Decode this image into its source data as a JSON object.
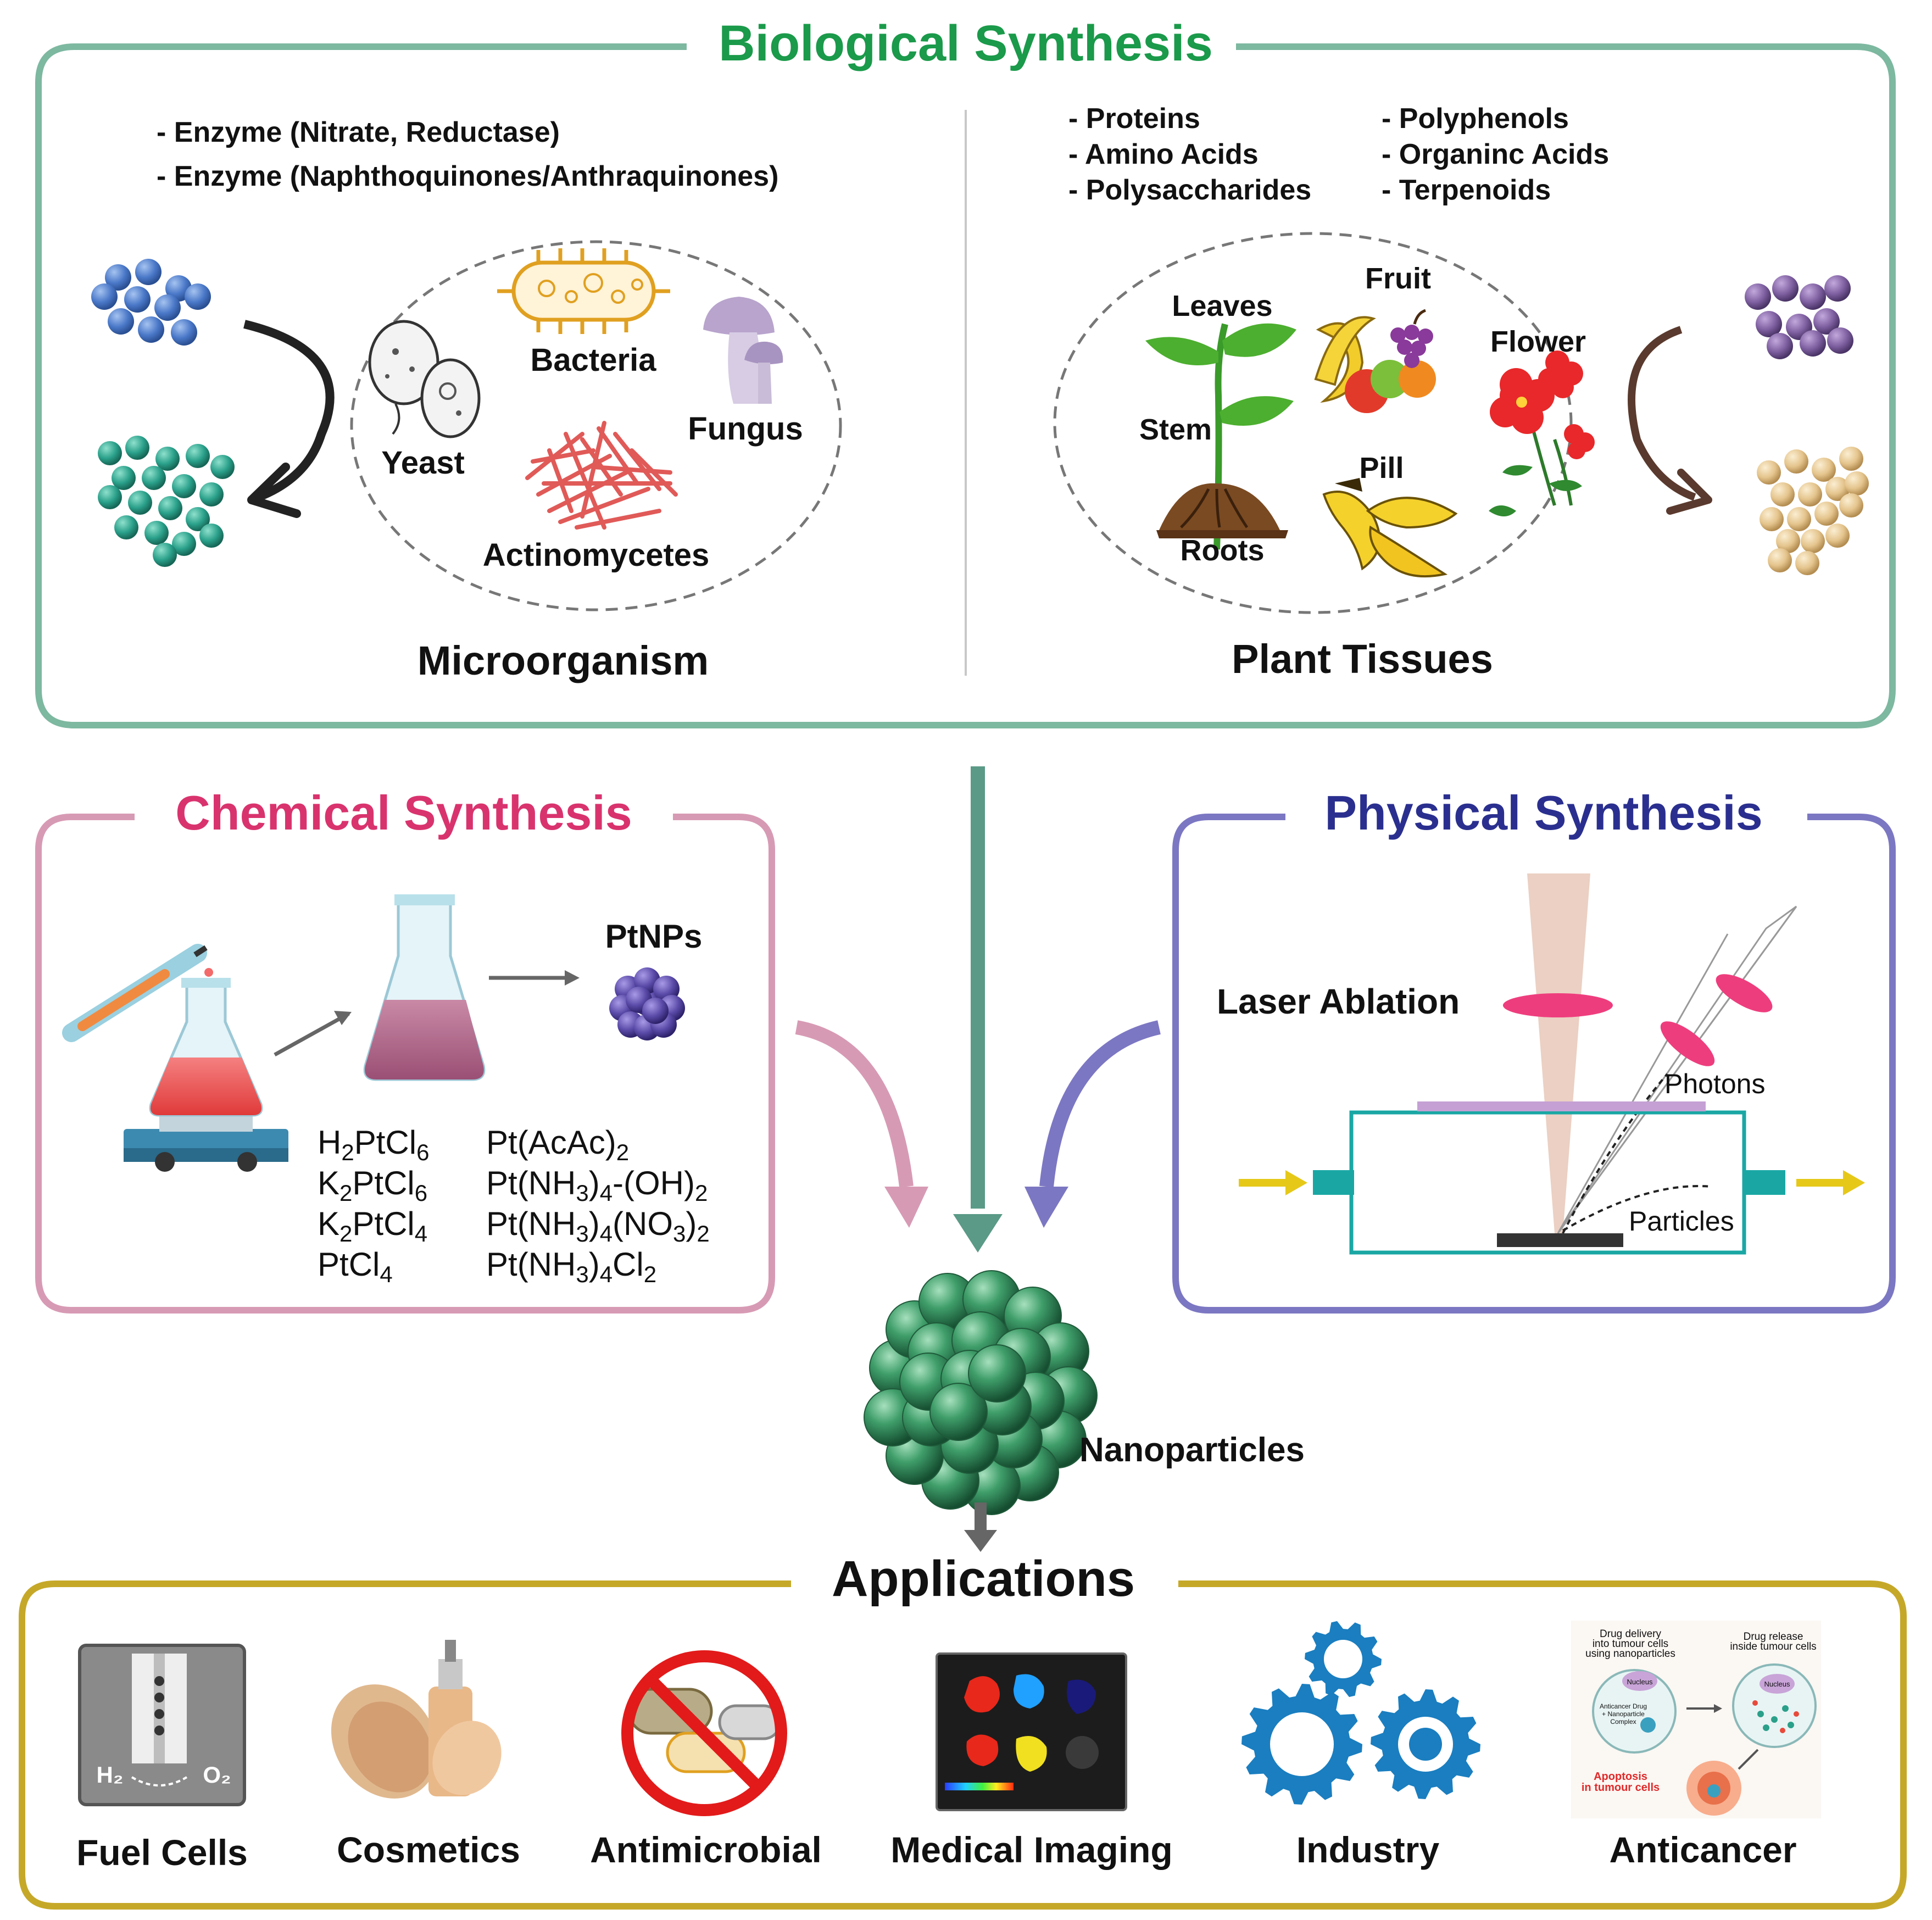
{
  "biological": {
    "title": "Biological Synthesis",
    "micro_enzymes": [
      "- Enzyme (Nitrate, Reductase)",
      "- Enzyme (Naphthoquinones/Anthraquinones)"
    ],
    "plant_compounds_col1": [
      "- Proteins",
      "- Amino Acids",
      "- Polysaccharides"
    ],
    "plant_compounds_col2": [
      "- Polyphenols",
      "- Organinc Acids",
      "- Terpenoids"
    ],
    "micro_labels": {
      "bacteria": "Bacteria",
      "yeast": "Yeast",
      "fungus": "Fungus",
      "actinomycetes": "Actinomycetes"
    },
    "plant_labels": {
      "leaves": "Leaves",
      "fruit": "Fruit",
      "flower": "Flower",
      "stem": "Stem",
      "pill": "Pill",
      "roots": "Roots"
    },
    "microorganism_caption": "Microorganism",
    "plant_caption": "Plant Tissues"
  },
  "chemical": {
    "title": "Chemical Synthesis",
    "product_label": "PtNPs",
    "precursors_col1": [
      [
        [
          "H",
          ""
        ],
        [
          "2",
          "sub"
        ],
        [
          "PtCl",
          ""
        ],
        [
          "6",
          "sub"
        ]
      ],
      [
        [
          "K",
          ""
        ],
        [
          "2",
          "sub"
        ],
        [
          "PtCl",
          ""
        ],
        [
          "6",
          "sub"
        ]
      ],
      [
        [
          "K",
          ""
        ],
        [
          "2",
          "sub"
        ],
        [
          "PtCl",
          ""
        ],
        [
          "4",
          "sub"
        ]
      ],
      [
        [
          "PtCl",
          ""
        ],
        [
          "4",
          "sub"
        ]
      ]
    ],
    "precursors_col2": [
      [
        [
          "Pt(AcAc)",
          ""
        ],
        [
          "2",
          "sub"
        ]
      ],
      [
        [
          "Pt(NH",
          ""
        ],
        [
          "3",
          "sub"
        ],
        [
          ")",
          ""
        ],
        [
          "4",
          "sub"
        ],
        [
          "-(OH)",
          ""
        ],
        [
          "2",
          "sub"
        ]
      ],
      [
        [
          "Pt(NH",
          ""
        ],
        [
          "3",
          "sub"
        ],
        [
          ")",
          ""
        ],
        [
          "4",
          "sub"
        ],
        [
          "(NO",
          ""
        ],
        [
          "3",
          "sub"
        ],
        [
          ")",
          ""
        ],
        [
          "2",
          "sub"
        ]
      ],
      [
        [
          "Pt(NH",
          ""
        ],
        [
          "3",
          "sub"
        ],
        [
          ")",
          ""
        ],
        [
          "4",
          "sub"
        ],
        [
          "Cl",
          ""
        ],
        [
          "2",
          "sub"
        ]
      ]
    ]
  },
  "physical": {
    "title": "Physical Synthesis",
    "method_label": "Laser Ablation",
    "photons_label": "Photons",
    "particles_label": "Particles"
  },
  "nanoparticles_label": "Nanoparticles",
  "applications": {
    "title": "Applications",
    "items": [
      "Fuel Cells",
      "Cosmetics",
      "Antimicrobial",
      "Medical Imaging",
      "Industry",
      "Anticancer"
    ],
    "fuel_cell_h2": "H₂",
    "fuel_cell_o2": "O₂",
    "anticancer_texts": {
      "delivery": [
        "Drug delivery",
        "into tumour cells",
        "using nanoparticles"
      ],
      "release": [
        "Drug release",
        "inside tumour cells"
      ],
      "nucleus": "Nucleus",
      "complex": [
        "Anticancer Drug",
        "+ Nanoparticle",
        "Complex"
      ],
      "apoptosis": [
        "Apoptosis",
        "in tumour cells"
      ]
    }
  },
  "colors": {
    "biological": "#7db8a0",
    "biological_title": "#1a9a4a",
    "chemical": "#d79ab4",
    "chemical_title": "#d9336e",
    "physical": "#7c77c2",
    "physical_title": "#2a2f8f",
    "applications": "#c6a829",
    "teal_arrow": "#5a9a86",
    "pink_arrow": "#d79ab4",
    "purple_arrow": "#7c77c2",
    "nanoparticle": "#3f9e6a",
    "blue_np": "#4a78c8",
    "teal_np": "#2aa08a",
    "violet_np": "#7e5fa0",
    "tan_np": "#e4c48c",
    "ptnp": "#5a4aa8",
    "gear": "#1a7ec0",
    "laser_beam": "#e8c8b8",
    "laser_lens": "#ee3d7d",
    "chamber": "#1aa7a4",
    "yellow_arrow": "#e6c818"
  },
  "icons": [
    "yeast-icon",
    "bacteria-icon",
    "fungus-icon",
    "actinomycetes-icon",
    "plant-icon",
    "fruit-icon",
    "flower-icon",
    "banana-peel-icon",
    "flask-icon",
    "hotplate-icon",
    "pipette-icon",
    "laser-icon",
    "fuel-cell-icon",
    "cosmetics-icon",
    "no-bacteria-icon",
    "imaging-icon",
    "gear-icon",
    "tumour-cell-icon"
  ]
}
